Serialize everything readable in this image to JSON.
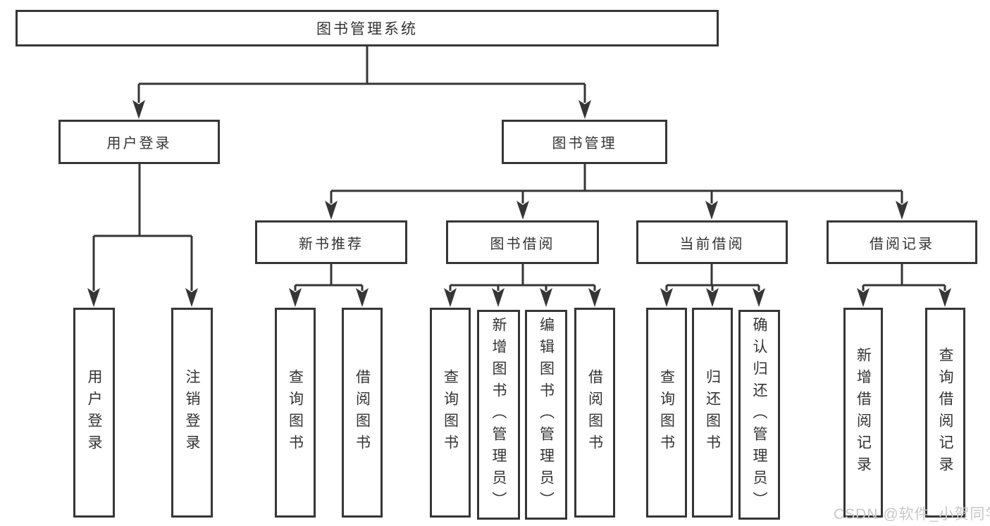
{
  "tree": {
    "label": "图书管理系统",
    "children": [
      {
        "label": "用户登录",
        "children": [
          {
            "label": "用户登录"
          },
          {
            "label": "注销登录"
          }
        ]
      },
      {
        "label": "图书管理",
        "children": [
          {
            "label": "新书推荐",
            "children": [
              {
                "label": "查询图书"
              },
              {
                "label": "借阅图书"
              }
            ]
          },
          {
            "label": "图书借阅",
            "children": [
              {
                "label": "查询图书"
              },
              {
                "label": "新增图书（管理员）"
              },
              {
                "label": "编辑图书（管理员）"
              },
              {
                "label": "借阅图书"
              }
            ]
          },
          {
            "label": "当前借阅",
            "children": [
              {
                "label": "查询图书"
              },
              {
                "label": "归还图书"
              },
              {
                "label": "确认归还（管理员）"
              }
            ]
          },
          {
            "label": "借阅记录",
            "children": [
              {
                "label": "新增借阅记录"
              },
              {
                "label": "查询借阅记录"
              }
            ]
          }
        ]
      }
    ]
  },
  "watermark": {
    "text": "CSDN @软件_小贺同学"
  },
  "colors": {
    "line": "#363636",
    "text": "#333333",
    "box_background": "#ffffff",
    "page_background": "#ffffff",
    "watermark": "#c8c8c8"
  }
}
